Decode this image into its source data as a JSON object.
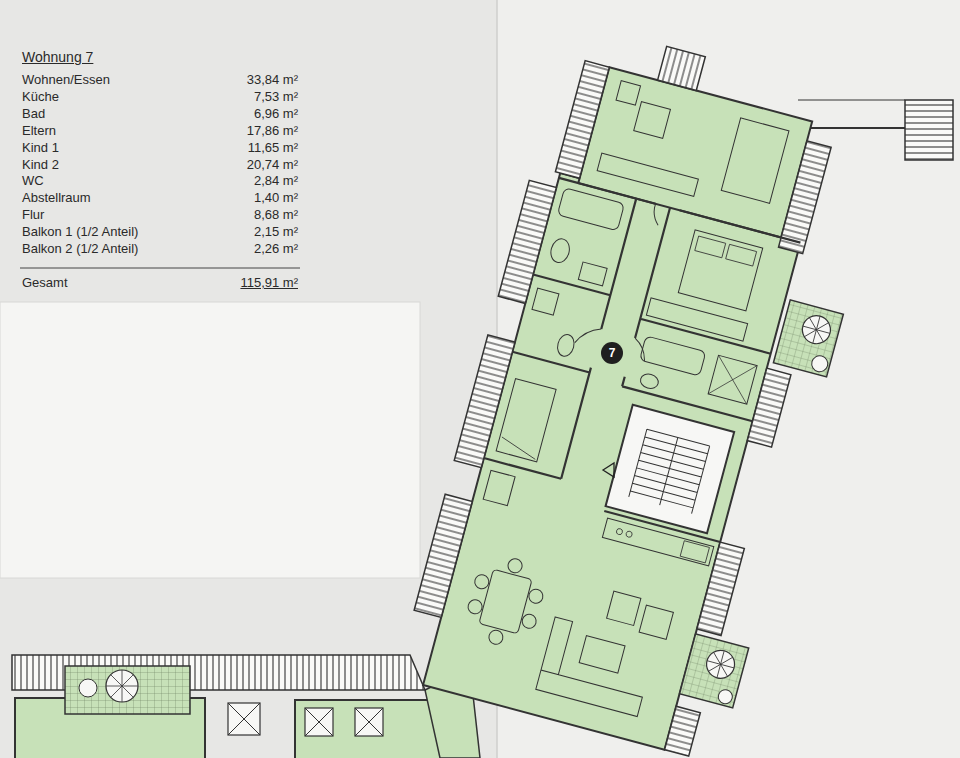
{
  "diagram": {
    "title": "Wohnung 7",
    "nodes": [
      {
        "text": [
          "7"
        ]
      }
    ],
    "labels": [
      "Wohnen/Essen",
      "33,84 m²",
      "Küche",
      "7,53 m²",
      "Bad",
      "6,96 m²",
      "Eltern",
      "17,86 m²",
      "Kind 1",
      "11,65 m²",
      "Kind 2",
      "20,74 m²",
      "WC",
      "2,84 m²",
      "Abstellraum",
      "1,40 m²",
      "Flur",
      "8,68 m²",
      "Balkon 1 (1/2 Anteil)",
      "2,15 m²",
      "Balkon 2 (1/2 Anteil)",
      "2,26 m²",
      "Gesamt",
      "115,91 m²"
    ]
  }
}
